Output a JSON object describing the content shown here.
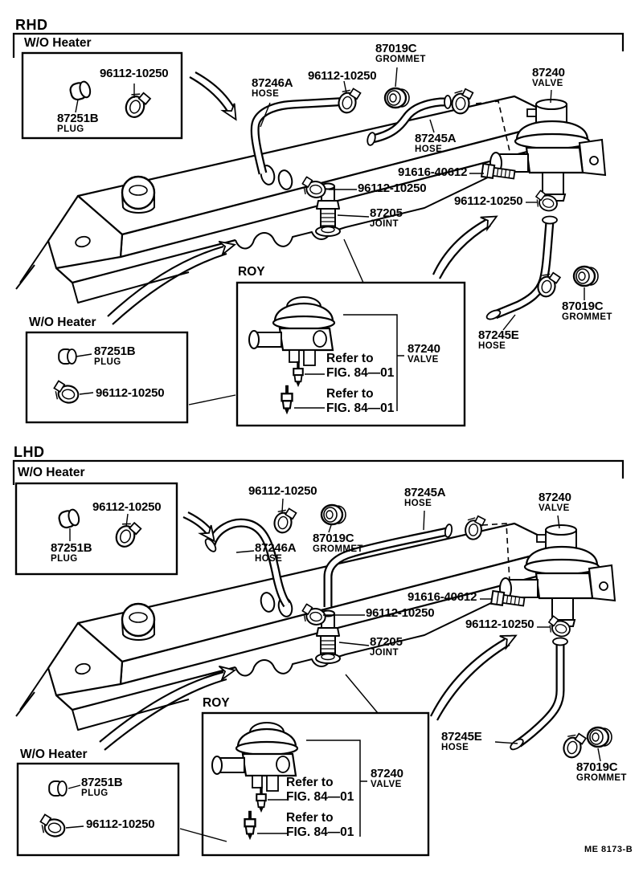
{
  "doc": {
    "footer_code": "ME 8173-B"
  },
  "rhd": {
    "title": "RHD",
    "wo_box_top": {
      "title": "W/O  Heater",
      "clamp": "96112-10250",
      "plug": "87251B",
      "plug_name": "PLUG"
    },
    "hose_87246a": {
      "num": "87246A",
      "name": "HOSE"
    },
    "clamp_hose_top": "96112-10250",
    "grommet_top": {
      "num": "87019C",
      "name": "GROMMET"
    },
    "valve": {
      "num": "87240",
      "name": "VALVE"
    },
    "hose_87245a": {
      "num": "87245A",
      "name": "HOSE"
    },
    "union_bolt": "91616-40612",
    "clamp_joint": "96112-10250",
    "clamp_right": "96112-10250",
    "joint": {
      "num": "87205",
      "name": "JOINT"
    },
    "wo_box_mid": {
      "title": "W/O  Heater",
      "plug": "87251B",
      "plug_name": "PLUG",
      "clamp": "96112-10250"
    },
    "roy_box": {
      "title": "ROY",
      "valve_num": "87240",
      "valve_name": "VALVE",
      "refer_1": {
        "line1": "Refer to",
        "line2": "FIG. 84—01"
      },
      "refer_2": {
        "line1": "Refer to",
        "line2": "FIG. 84—01"
      }
    },
    "hose_87245e": {
      "num": "87245E",
      "name": "HOSE"
    },
    "grommet_right": {
      "num": "87019C",
      "name": "GROMMET"
    }
  },
  "lhd": {
    "title": "LHD",
    "wo_box_top": {
      "title": "W/O  Heater",
      "clamp": "96112-10250",
      "plug": "87251B",
      "plug_name": "PLUG"
    },
    "clamp_hose_top": "96112-10250",
    "hose_87246a": {
      "num": "87246A",
      "name": "HOSE"
    },
    "hose_87245a": {
      "num": "87245A",
      "name": "HOSE"
    },
    "grommet_top": {
      "num": "87019C",
      "name": "GROMMET"
    },
    "valve": {
      "num": "87240",
      "name": "VALVE"
    },
    "union_bolt": "91616-40612",
    "clamp_joint": "96112-10250",
    "clamp_right": "96112-10250",
    "joint": {
      "num": "87205",
      "name": "JOINT"
    },
    "roy_box": {
      "title": "ROY",
      "valve_num": "87240",
      "valve_name": "VALVE",
      "refer_1": {
        "line1": "Refer to",
        "line2": "FIG. 84—01"
      },
      "refer_2": {
        "line1": "Refer to",
        "line2": "FIG. 84—01"
      }
    },
    "wo_box_bottom": {
      "title": "W/O  Heater",
      "plug": "87251B",
      "plug_name": "PLUG",
      "clamp": "96112-10250"
    },
    "hose_87245e": {
      "num": "87245E",
      "name": "HOSE"
    },
    "grommet_right": {
      "num": "87019C",
      "name": "GROMMET"
    }
  }
}
